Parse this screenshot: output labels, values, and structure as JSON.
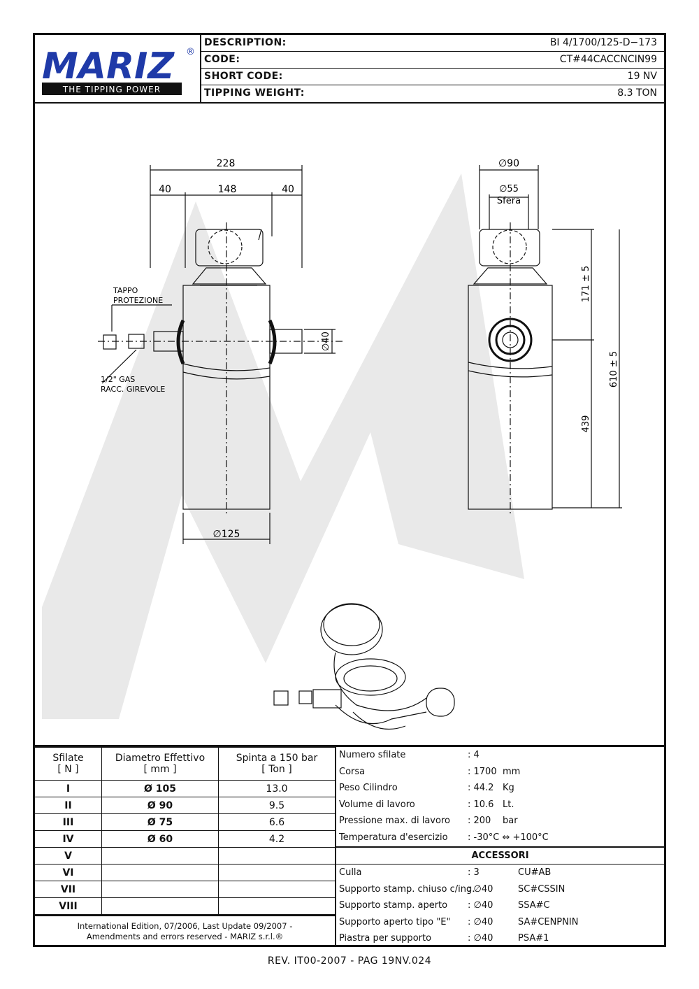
{
  "brand": {
    "logo_text": "MARIZ",
    "registered": "®",
    "tagline": "THE TIPPING POWER"
  },
  "header": {
    "rows": [
      {
        "label": "DESCRIPTION:",
        "value": "BI 4/1700/125-D−173"
      },
      {
        "label": "CODE:",
        "value": "CT#44CACCNCIN99"
      },
      {
        "label": "SHORT CODE:",
        "value": "19 NV"
      },
      {
        "label": "TIPPING WEIGHT:",
        "value": "8.3 TON"
      }
    ]
  },
  "drawing": {
    "dim_228": "228",
    "dim_40_left": "40",
    "dim_148": "148",
    "dim_40_right": "40",
    "dim_125": "∅125",
    "dim_40_port": "∅40",
    "dim_90": "∅90",
    "dim_55": "∅55",
    "sfera": "Sfera",
    "dim_171": "171 ± 5",
    "dim_610": "610 ± 5",
    "dim_439": "439",
    "tappo_line1": "TAPPO",
    "tappo_line2": "PROTEZIONE",
    "gas_line1": "1/2\" GAS",
    "gas_line2": "RACC. GIREVOLE"
  },
  "stages_table": {
    "headers": [
      {
        "line1": "Sfilate",
        "line2": "[ N ]"
      },
      {
        "line1": "Diametro Effettivo",
        "line2": "[ mm ]"
      },
      {
        "line1": "Spinta a 150 bar",
        "line2": "[ Ton ]"
      }
    ],
    "rows": [
      {
        "n": "I",
        "diam": "Ø 105",
        "force": "13.0"
      },
      {
        "n": "II",
        "diam": "Ø 90",
        "force": "9.5"
      },
      {
        "n": "III",
        "diam": "Ø 75",
        "force": "6.6"
      },
      {
        "n": "IV",
        "diam": "Ø 60",
        "force": "4.2"
      },
      {
        "n": "V",
        "diam": "",
        "force": ""
      },
      {
        "n": "VI",
        "diam": "",
        "force": ""
      },
      {
        "n": "VII",
        "diam": "",
        "force": ""
      },
      {
        "n": "VIII",
        "diam": "",
        "force": ""
      }
    ]
  },
  "footnote": {
    "line1": "International Edition, 07/2006, Last Update 09/2007 -",
    "line2": "Amendments and errors reserved - MARIZ s.r.l.®"
  },
  "properties": [
    {
      "label": "Numero sfilate",
      "value": ": 4",
      "unit": ""
    },
    {
      "label": "Corsa",
      "value": ": 1700",
      "unit": "mm"
    },
    {
      "label": "Peso Cilindro",
      "value": ": 44.2",
      "unit": "Kg"
    },
    {
      "label": "Volume di lavoro",
      "value": ": 10.6",
      "unit": "Lt."
    },
    {
      "label": "Pressione max. di lavoro",
      "value": ": 200",
      "unit": "bar"
    },
    {
      "label": "Temperatura d'esercizio",
      "value": ": -30°C ⇔ +100°C",
      "unit": ""
    }
  ],
  "accessories": {
    "title": "ACCESSORI",
    "rows": [
      {
        "name": "Culla",
        "qty": ": 3",
        "code": "CU#AB"
      },
      {
        "name": "Supporto stamp. chiuso c/ing.",
        "qty": ": ∅40",
        "code": "SC#CSSIN"
      },
      {
        "name": "Supporto stamp. aperto",
        "qty": ": ∅40",
        "code": "SSA#C"
      },
      {
        "name": "Supporto aperto tipo \"E\"",
        "qty": ": ∅40",
        "code": "SA#CENPNIN"
      },
      {
        "name": "Piastra per supporto",
        "qty": ": ∅40",
        "code": "PSA#1"
      }
    ]
  },
  "revision": "REV. IT00-2007 - PAG 19NV.024",
  "colors": {
    "logo_blue": "#1f3aa8",
    "watermark": "#e8e8e8",
    "line": "#111111"
  }
}
